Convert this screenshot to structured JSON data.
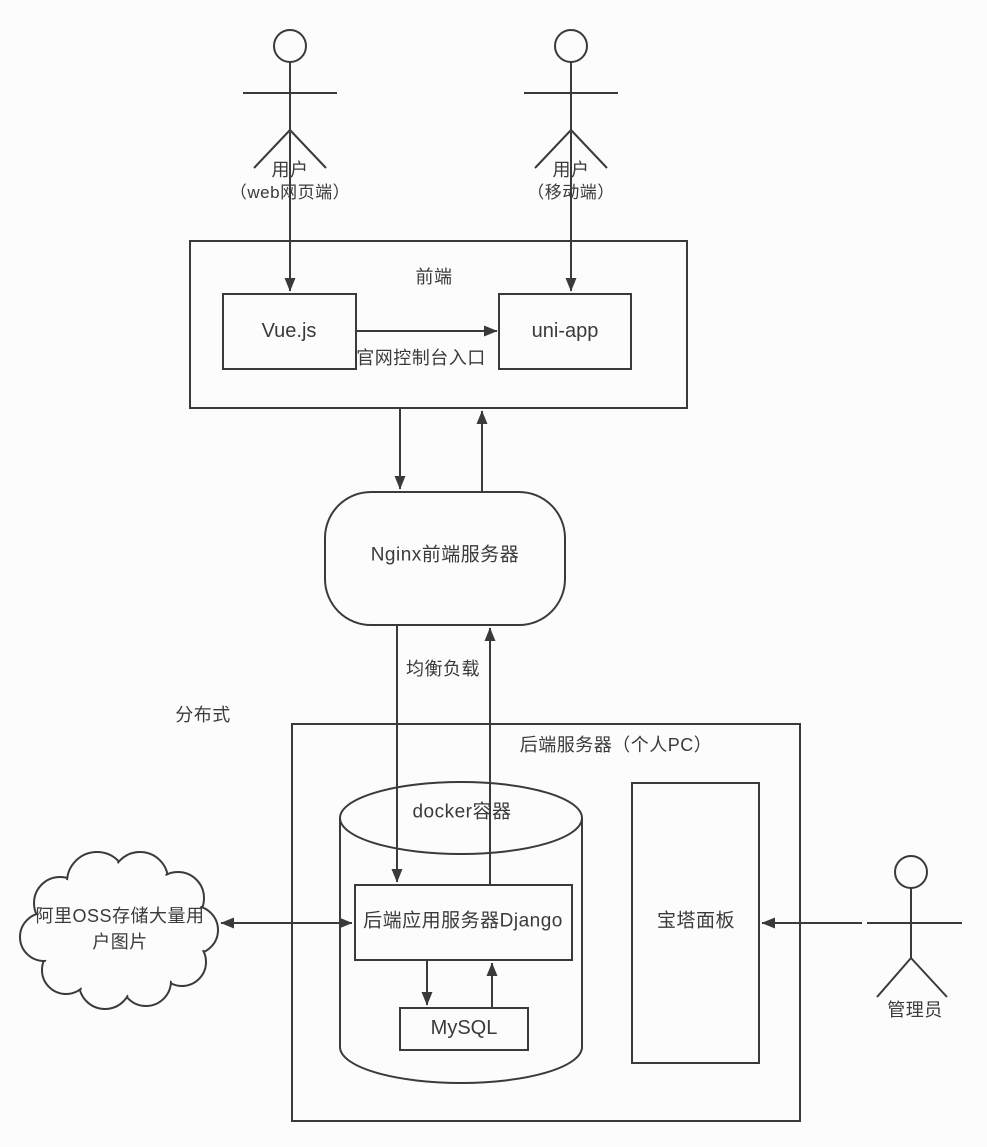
{
  "canvas": {
    "background_color": "#fcfcfc",
    "stroke_color": "#3a3a3a",
    "text_color": "#3a3a3a"
  },
  "actors": {
    "web_user": {
      "label": "用户",
      "sublabel": "（web网页端）"
    },
    "mobile_user": {
      "label": "用户",
      "sublabel": "（移动端）"
    },
    "admin": {
      "label": "管理员"
    }
  },
  "frontend": {
    "title": "前端",
    "vue_label": "Vue.js",
    "uniapp_label": "uni-app",
    "portal_note": "官网控制台入口"
  },
  "nginx": {
    "label": "Nginx前端服务器"
  },
  "edge_labels": {
    "load_balance": "均衡负载",
    "distributed": "分布式"
  },
  "backend": {
    "title": "后端服务器（个人PC）",
    "docker_label": "docker容器",
    "django_label": "后端应用服务器Django",
    "mysql_label": "MySQL",
    "baota_label": "宝塔面板"
  },
  "oss_cloud": {
    "line1": "阿里OSS存储大量用",
    "line2": "户图片",
    "full_text": "阿里OSS存储大量用户图片"
  }
}
